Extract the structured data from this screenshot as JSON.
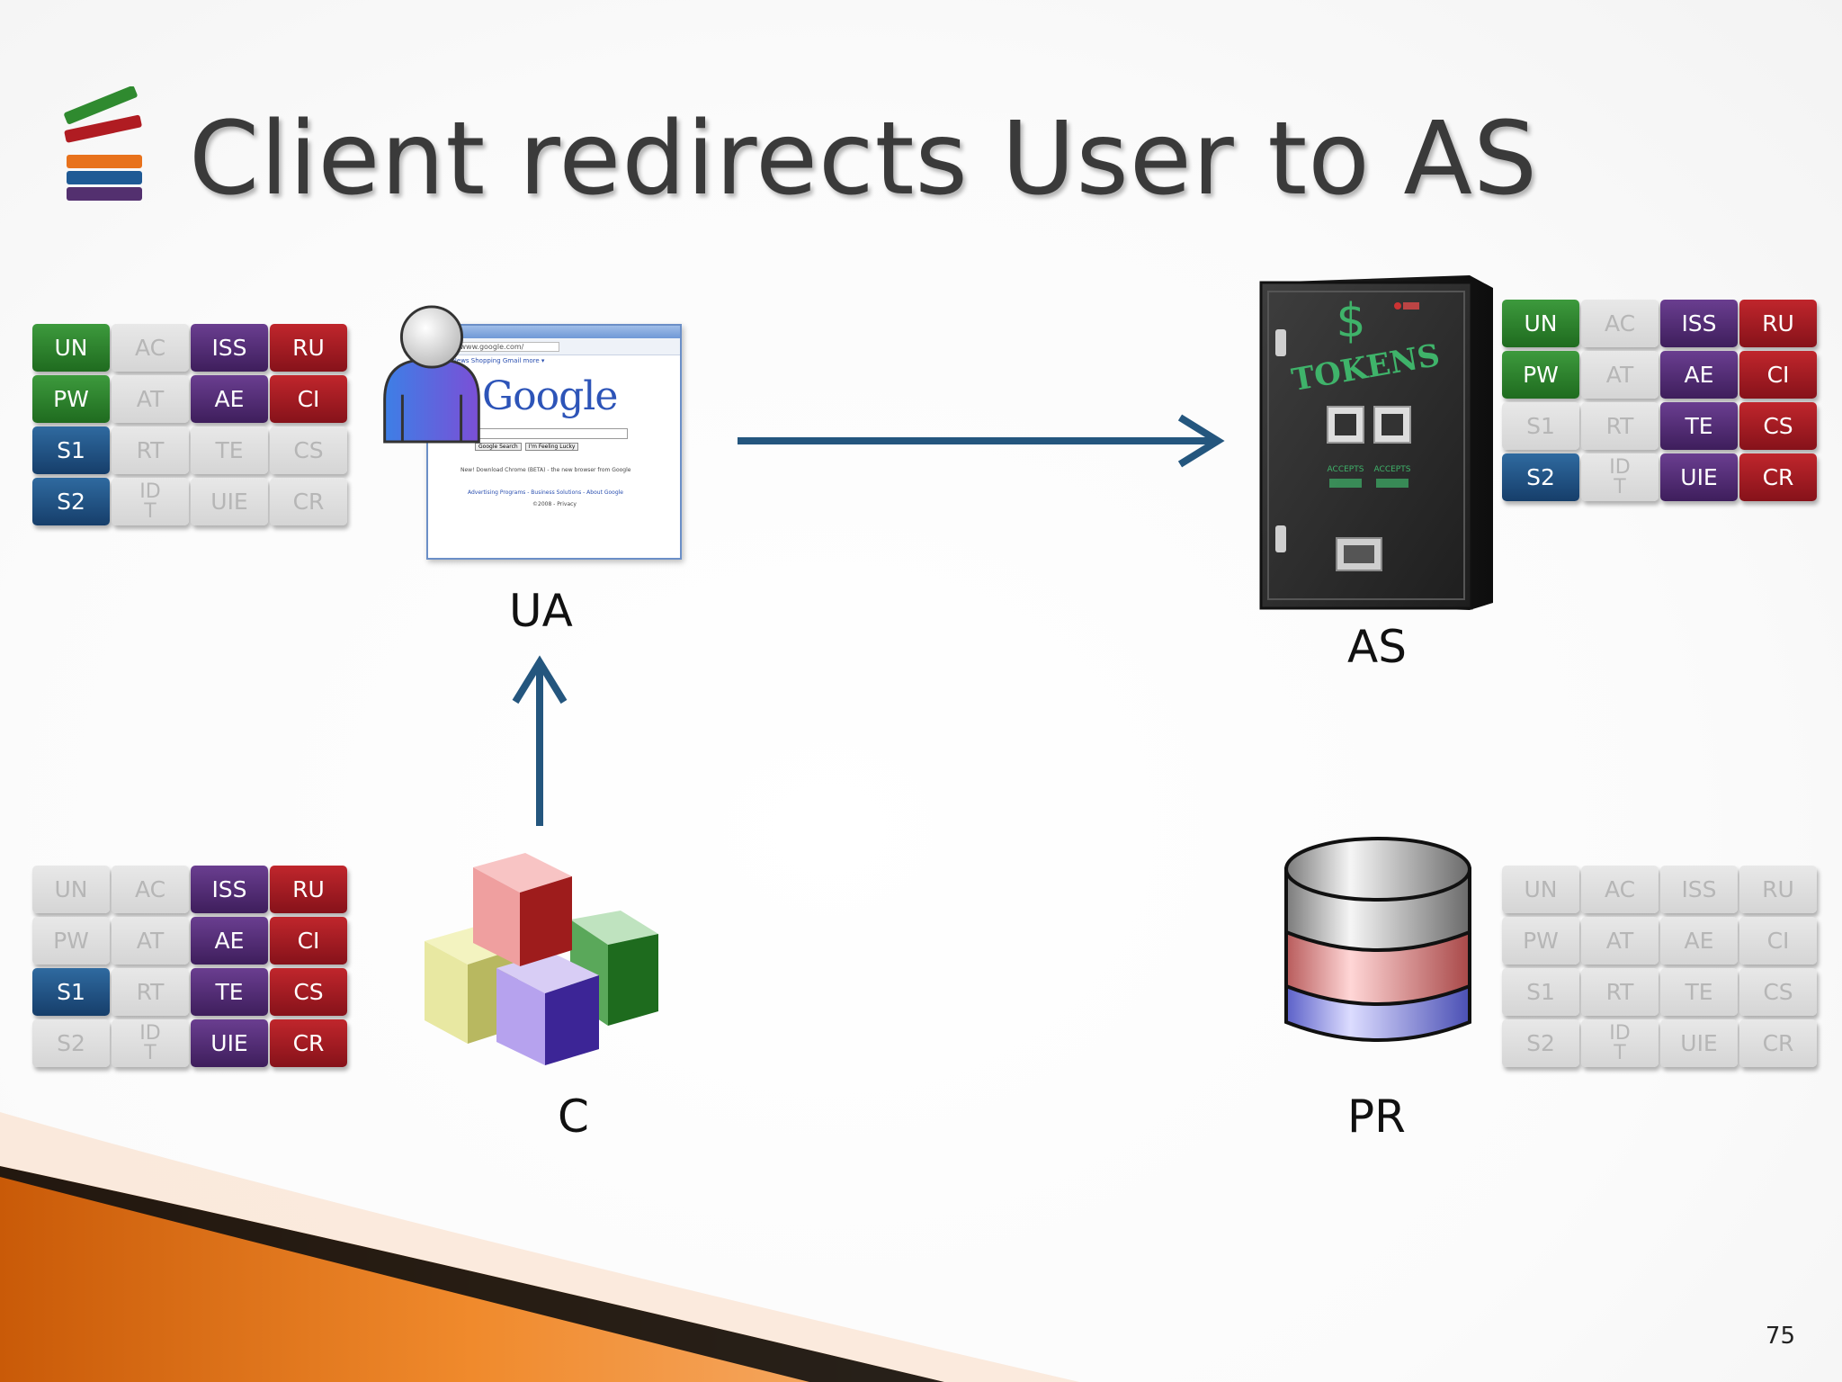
{
  "slide": {
    "title": "Client redirects User to AS",
    "page_number": "75"
  },
  "entities": {
    "ua_label": "UA",
    "as_label": "AS",
    "c_label": "C",
    "pr_label": "PR"
  },
  "browser": {
    "logo_text": "Google",
    "url_text": "http://www.google.com/",
    "links_text": "Maps  News  Shopping  Gmail  more ▾",
    "search_button": "Google Search",
    "lucky_button": "I'm Feeling Lucky",
    "promo_text": "New! Download Chrome (BETA) - the new browser from Google",
    "footer_links": "Advertising Programs - Business Solutions - About Google",
    "copyright": "©2008 - Privacy"
  },
  "token_machine": {
    "sign": "TOKENS",
    "symbol": "$",
    "accepts_label": "ACCEPTS"
  },
  "colors": {
    "arrow": "#24567e",
    "green": "#2e7d2e",
    "blue": "#1f4f80",
    "purple": "#4e2a70",
    "red": "#a01b20",
    "off": "#dcdcdc"
  },
  "grids": {
    "ua_grid": [
      [
        {
          "t": "UN",
          "c": "green"
        },
        {
          "t": "AC",
          "c": "off"
        },
        {
          "t": "ISS",
          "c": "purple"
        },
        {
          "t": "RU",
          "c": "red"
        }
      ],
      [
        {
          "t": "PW",
          "c": "green"
        },
        {
          "t": "AT",
          "c": "off"
        },
        {
          "t": "AE",
          "c": "purple"
        },
        {
          "t": "CI",
          "c": "red"
        }
      ],
      [
        {
          "t": "S1",
          "c": "blue"
        },
        {
          "t": "RT",
          "c": "off"
        },
        {
          "t": "TE",
          "c": "off"
        },
        {
          "t": "CS",
          "c": "off"
        }
      ],
      [
        {
          "t": "S2",
          "c": "blue"
        },
        {
          "t": "ID T",
          "c": "off"
        },
        {
          "t": "UIE",
          "c": "off"
        },
        {
          "t": "CR",
          "c": "off"
        }
      ]
    ],
    "as_grid": [
      [
        {
          "t": "UN",
          "c": "green"
        },
        {
          "t": "AC",
          "c": "off"
        },
        {
          "t": "ISS",
          "c": "purple"
        },
        {
          "t": "RU",
          "c": "red"
        }
      ],
      [
        {
          "t": "PW",
          "c": "green"
        },
        {
          "t": "AT",
          "c": "off"
        },
        {
          "t": "AE",
          "c": "purple"
        },
        {
          "t": "CI",
          "c": "red"
        }
      ],
      [
        {
          "t": "S1",
          "c": "off"
        },
        {
          "t": "RT",
          "c": "off"
        },
        {
          "t": "TE",
          "c": "purple"
        },
        {
          "t": "CS",
          "c": "red"
        }
      ],
      [
        {
          "t": "S2",
          "c": "blue"
        },
        {
          "t": "ID T",
          "c": "off"
        },
        {
          "t": "UIE",
          "c": "purple"
        },
        {
          "t": "CR",
          "c": "red"
        }
      ]
    ],
    "c_grid": [
      [
        {
          "t": "UN",
          "c": "off"
        },
        {
          "t": "AC",
          "c": "off"
        },
        {
          "t": "ISS",
          "c": "purple"
        },
        {
          "t": "RU",
          "c": "red"
        }
      ],
      [
        {
          "t": "PW",
          "c": "off"
        },
        {
          "t": "AT",
          "c": "off"
        },
        {
          "t": "AE",
          "c": "purple"
        },
        {
          "t": "CI",
          "c": "red"
        }
      ],
      [
        {
          "t": "S1",
          "c": "blue"
        },
        {
          "t": "RT",
          "c": "off"
        },
        {
          "t": "TE",
          "c": "purple"
        },
        {
          "t": "CS",
          "c": "red"
        }
      ],
      [
        {
          "t": "S2",
          "c": "off"
        },
        {
          "t": "ID T",
          "c": "off"
        },
        {
          "t": "UIE",
          "c": "purple"
        },
        {
          "t": "CR",
          "c": "red"
        }
      ]
    ],
    "pr_grid": [
      [
        {
          "t": "UN",
          "c": "off"
        },
        {
          "t": "AC",
          "c": "off"
        },
        {
          "t": "ISS",
          "c": "off"
        },
        {
          "t": "RU",
          "c": "off"
        }
      ],
      [
        {
          "t": "PW",
          "c": "off"
        },
        {
          "t": "AT",
          "c": "off"
        },
        {
          "t": "AE",
          "c": "off"
        },
        {
          "t": "CI",
          "c": "off"
        }
      ],
      [
        {
          "t": "S1",
          "c": "off"
        },
        {
          "t": "RT",
          "c": "off"
        },
        {
          "t": "TE",
          "c": "off"
        },
        {
          "t": "CS",
          "c": "off"
        }
      ],
      [
        {
          "t": "S2",
          "c": "off"
        },
        {
          "t": "ID T",
          "c": "off"
        },
        {
          "t": "UIE",
          "c": "off"
        },
        {
          "t": "CR",
          "c": "off"
        }
      ]
    ]
  }
}
